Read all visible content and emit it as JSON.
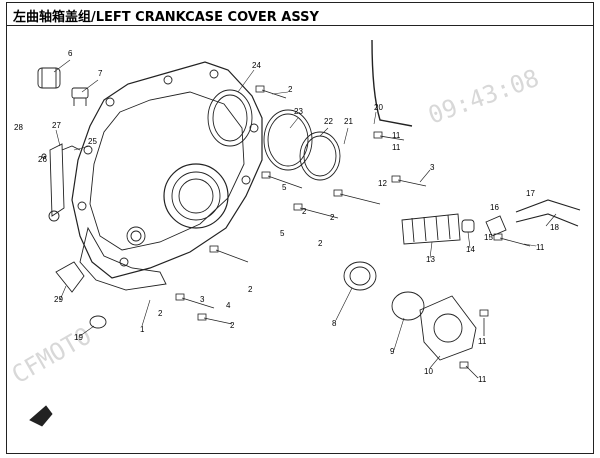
{
  "title": "左曲轴箱盖组/LEFT CRANKCASE COVER ASSY",
  "watermark": {
    "brand": "CFMOTO",
    "time": "09:43:08"
  },
  "callouts": [
    {
      "id": "c24",
      "text": "24"
    },
    {
      "id": "c6",
      "text": "6"
    },
    {
      "id": "c7",
      "text": "7"
    },
    {
      "id": "c2a",
      "text": "2"
    },
    {
      "id": "c23",
      "text": "23"
    },
    {
      "id": "c22",
      "text": "22"
    },
    {
      "id": "c21",
      "text": "21"
    },
    {
      "id": "c20",
      "text": "20"
    },
    {
      "id": "c11a",
      "text": "11"
    },
    {
      "id": "c11b",
      "text": "11"
    },
    {
      "id": "c28",
      "text": "28"
    },
    {
      "id": "c27",
      "text": "27"
    },
    {
      "id": "c25",
      "text": "25"
    },
    {
      "id": "c26",
      "text": "26"
    },
    {
      "id": "c3a",
      "text": "3"
    },
    {
      "id": "c12",
      "text": "12"
    },
    {
      "id": "c5a",
      "text": "5"
    },
    {
      "id": "c2b",
      "text": "2"
    },
    {
      "id": "c2c",
      "text": "2"
    },
    {
      "id": "c5b",
      "text": "5"
    },
    {
      "id": "c2d",
      "text": "2"
    },
    {
      "id": "c17",
      "text": "17"
    },
    {
      "id": "c16",
      "text": "16"
    },
    {
      "id": "c18",
      "text": "18"
    },
    {
      "id": "c14",
      "text": "14"
    },
    {
      "id": "c15",
      "text": "15"
    },
    {
      "id": "c11c",
      "text": "11"
    },
    {
      "id": "c13",
      "text": "13"
    },
    {
      "id": "c2e",
      "text": "2"
    },
    {
      "id": "c29",
      "text": "29"
    },
    {
      "id": "c3b",
      "text": "3"
    },
    {
      "id": "c4",
      "text": "4"
    },
    {
      "id": "c2f",
      "text": "2"
    },
    {
      "id": "c2g",
      "text": "2"
    },
    {
      "id": "c1",
      "text": "1"
    },
    {
      "id": "c19",
      "text": "19"
    },
    {
      "id": "c8",
      "text": "8"
    },
    {
      "id": "c9",
      "text": "9"
    },
    {
      "id": "c10",
      "text": "10"
    },
    {
      "id": "c11d",
      "text": "11"
    },
    {
      "id": "c11e",
      "text": "11"
    }
  ]
}
